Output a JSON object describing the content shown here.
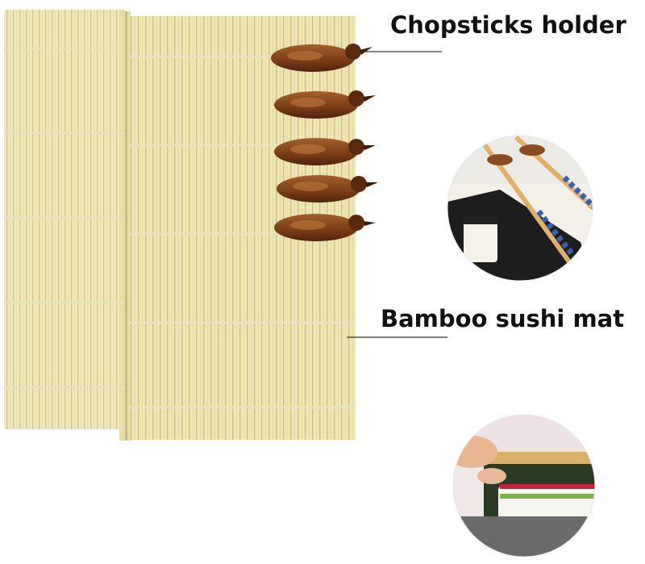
{
  "labels": {
    "chopsticks_holder": "Chopsticks holder",
    "bamboo_mat": "Bamboo sushi mat"
  },
  "colors": {
    "bamboo": "#efe6b8",
    "bamboo_shade": "#d9cf98",
    "holder_wood": "#8a4a22",
    "background": "#ffffff"
  },
  "photos": {
    "top_circle": "chopsticks-on-duck-rests-photo",
    "bottom_circle": "rolling-sushi-on-mat-photo"
  }
}
